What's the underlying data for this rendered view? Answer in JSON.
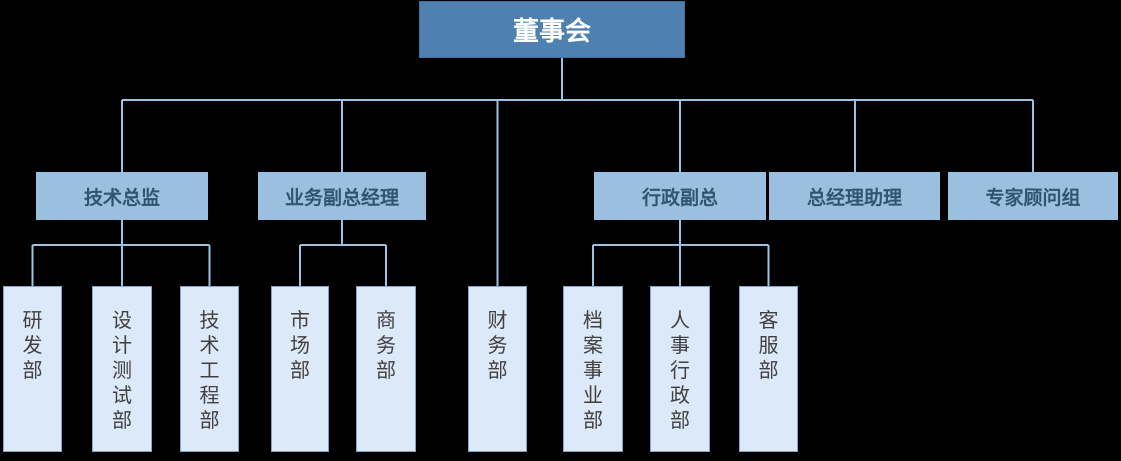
{
  "colors": {
    "background": "#000000",
    "root_fill": "#4E81B0",
    "root_border": "#41719C",
    "root_text": "#FFFFFF",
    "level2_fill": "#9ABFDF",
    "level2_text": "#2F5570",
    "level3_fill": "#DCE9F8",
    "level3_border": "#85A3C8",
    "level3_text": "#404040",
    "connector": "#9CC2E2"
  },
  "org_chart": {
    "root": {
      "label": "董事会"
    },
    "level2": [
      {
        "label": "技术总监",
        "parent": "董事会"
      },
      {
        "label": "业务副总经理",
        "parent": "董事会"
      },
      {
        "label": "行政副总",
        "parent": "董事会"
      },
      {
        "label": "总经理助理",
        "parent": "董事会"
      },
      {
        "label": "专家顾问组",
        "parent": "董事会"
      }
    ],
    "level3": [
      {
        "label": "研发部",
        "parent": "技术总监"
      },
      {
        "label": "设计测试部",
        "parent": "技术总监"
      },
      {
        "label": "技术工程部",
        "parent": "技术总监"
      },
      {
        "label": "市场部",
        "parent": "业务副总经理"
      },
      {
        "label": "商务部",
        "parent": "业务副总经理"
      },
      {
        "label": "财务部",
        "parent": "董事会"
      },
      {
        "label": "档案事业部",
        "parent": "行政副总"
      },
      {
        "label": "人事行政部",
        "parent": "行政副总"
      },
      {
        "label": "客服部",
        "parent": "行政副总"
      }
    ]
  }
}
